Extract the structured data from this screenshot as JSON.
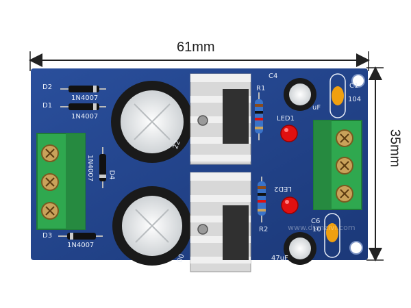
{
  "dimensions": {
    "width_label": "61mm",
    "height_label": "35mm"
  },
  "silkscreen": {
    "d2": "D2",
    "d1": "D1",
    "d3": "D3",
    "d4": "D4",
    "d2_part": "1N4007",
    "d1_part": "1N4007",
    "d3_part": "1N4007",
    "d4_part": "1N4007",
    "c4": "C4",
    "c1": "C1",
    "c1_value": "104",
    "c6": "C6",
    "c6_value": "10",
    "r1": "R1",
    "r2": "R2",
    "led1": "LED1",
    "led2": "LED2",
    "cap_small_top_value": "uF",
    "cap_small_bottom_value": "47uF",
    "cap_big_top_value": "22",
    "cap_big_bottom_value": "00"
  },
  "watermark": "www.dianzivi.com",
  "colors": {
    "board": "#1f3f82",
    "terminal": "#2fa84f",
    "led": "#e01010",
    "heatsink": "#d8d8d8",
    "capacitor": "#1a1a1a"
  }
}
